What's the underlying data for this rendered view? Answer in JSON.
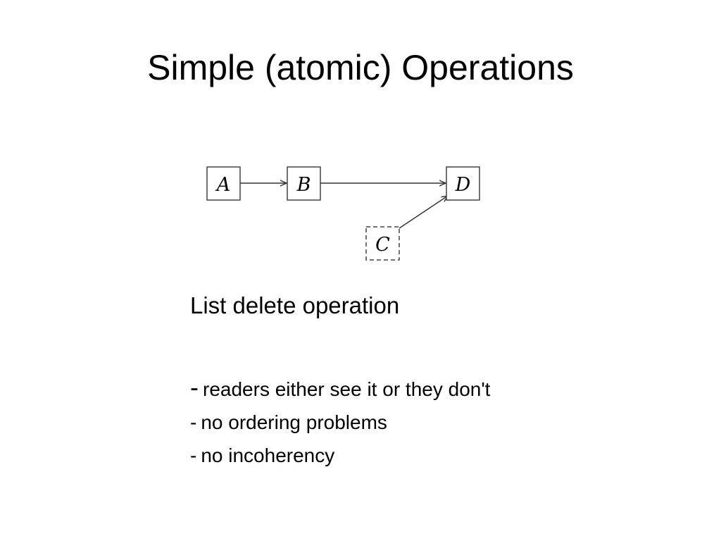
{
  "slide": {
    "title": "Simple (atomic) Operations"
  },
  "diagram": {
    "nodes": [
      {
        "id": "A",
        "label": "A",
        "style": "solid"
      },
      {
        "id": "B",
        "label": "B",
        "style": "solid"
      },
      {
        "id": "D",
        "label": "D",
        "style": "solid"
      },
      {
        "id": "C",
        "label": "C",
        "style": "dashed"
      }
    ],
    "edges": [
      {
        "from": "A",
        "to": "B"
      },
      {
        "from": "B",
        "to": "D"
      },
      {
        "from": "C",
        "to": "D"
      }
    ],
    "colors": {
      "stroke": "#333333",
      "text": "#000000"
    }
  },
  "caption": "List delete operation",
  "bullets": [
    {
      "dash": "-",
      "text": "readers either see it or they don't"
    },
    {
      "dash": "-",
      "text": "no ordering problems"
    },
    {
      "dash": "-",
      "text": "no incoherency"
    }
  ]
}
